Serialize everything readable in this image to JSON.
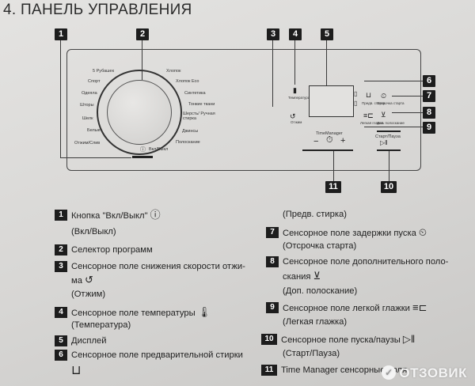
{
  "title": "4. ПАНЕЛЬ УПРАВЛЕНИЯ",
  "callouts": [
    "1",
    "2",
    "3",
    "4",
    "5",
    "6",
    "7",
    "8",
    "9",
    "10",
    "11"
  ],
  "programs_left": [
    "5 Рубашек",
    "Спорт",
    "Одеяла",
    "Шторы",
    "Шелк",
    "Белые",
    "Отжим/Слив"
  ],
  "programs_right": [
    "Хлопок",
    "Хлопок Eco",
    "Синтетика",
    "Тонкие ткани",
    "Шерсть/ Ручная стирка",
    "Джинсы",
    "Полоскание"
  ],
  "power_label": "Вкл/Выкл",
  "panel": {
    "spin_label": "Отжим",
    "temp_label": "Температура",
    "prewash_label": "Предв. стирка",
    "delay_label": "Отсрочка старта",
    "extra_rinse_label": "Доп. полоскание",
    "easy_iron_label": "Легкая глажка",
    "start_pause_label": "Старт/Пауза",
    "timemanager_label": "TimeManager",
    "minus": "−",
    "plus": "+"
  },
  "legend_left": [
    {
      "n": "1",
      "text": "Кнопка \"Вкл/Выкл\"",
      "icon": "ⓘ",
      "sub": "(Вкл/Выкл)"
    },
    {
      "n": "2",
      "text": "Селектор программ"
    },
    {
      "n": "3",
      "text": "Сенсорное поле снижения скорости отжи-",
      "line2": "ма",
      "icon": "↺",
      "sub": "(Отжим)"
    },
    {
      "n": "4",
      "text": "Сенсорное поле температуры",
      "icon": "🌡",
      "sub": "(Температура)"
    },
    {
      "n": "5",
      "text": "Дисплей"
    },
    {
      "n": "6",
      "text": "Сенсорное поле предварительной стирки",
      "icon": "⊔"
    }
  ],
  "legend_right": [
    {
      "pre": "(Предв. стирка)"
    },
    {
      "n": "7",
      "text": "Сенсорное поле задержки пуска",
      "icon": "⏲",
      "sub": "(Отсрочка старта)"
    },
    {
      "n": "8",
      "text": "Сенсорное поле дополнительного поло-",
      "line2": "скания",
      "icon": "⊻",
      "sub": "(Доп. полоскание)"
    },
    {
      "n": "9",
      "text": "Сенсорное поле легкой глажки",
      "icon": "≡⊏",
      "sub": "(Легкая глажка)"
    },
    {
      "n": "10",
      "text": "Сенсорное поле пуска/паузы",
      "icon": "▷‖",
      "sub": "(Старт/Пауза)"
    },
    {
      "n": "11",
      "text": "Time Manager сенсорные поля"
    }
  ],
  "watermark": "ОТЗОВИК",
  "icons": {
    "power": "power-icon",
    "spin": "spin-icon",
    "temp": "thermometer-icon",
    "prewash": "prewash-icon",
    "delay": "clock-icon",
    "rinse": "rinse-icon",
    "iron": "iron-icon",
    "startpause": "play-pause-icon"
  }
}
